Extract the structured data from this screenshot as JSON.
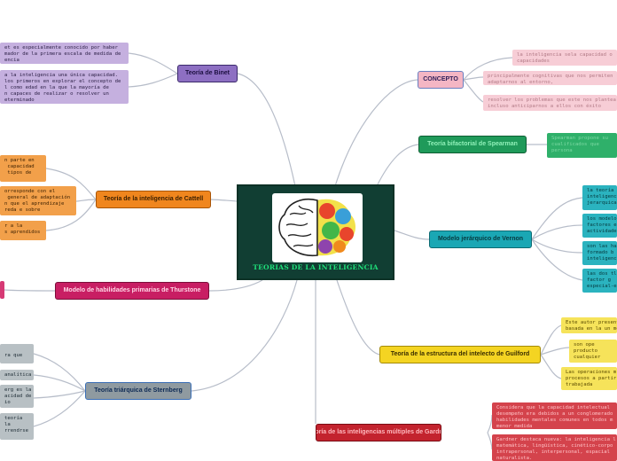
{
  "center": {
    "title": "TEORIAS DE LA INTELIGENCIA",
    "image_icon": "brain-icon"
  },
  "branches": {
    "binet": {
      "label": "Teoría de Binet"
    },
    "cattell": {
      "label": "Teoría de la inteligencia de Cattell"
    },
    "thurstone": {
      "label": "Modelo de habilidades primarias de Thurstone"
    },
    "sternberg": {
      "label": "Teoría triárquica de Sternberg"
    },
    "concepto": {
      "label": "CONCEPTO"
    },
    "spearman": {
      "label": "Teoría bifactorial de Spearman"
    },
    "vernon": {
      "label": "Modelo jerárquico de Vernon"
    },
    "guilford": {
      "label": "Teoría de la estructura del intelecto de Guilford"
    },
    "gardner": {
      "label": "Teoría de las inteligencias múltiples de Gardner"
    }
  },
  "leaves": {
    "binet_1": "et es especialmente conocido por haber\nmador de la primera escala de medida de\nencia",
    "binet_2": "a la inteligencia una única capacidad.\nlos primeros en explorar el concepto de\nl como edad en la que la mayoría de\nn capaces de realizar o resolver un\neterminado",
    "cattell_1": "n parte en\n capacidad\n tipos de",
    "cattell_2": "orresponde con el\n general de adaptación\nn que el aprendizaje\nreda e sobre",
    "cattell_3": "r a la\ns aprendidos",
    "sternberg_1": "\nra que",
    "sternberg_2": "analítica",
    "sternberg_3": "erg es la\nacidad de\nio",
    "sternberg_4": "teoría\nla\nrrendrse",
    "concepto_1": "la inteligencia sela capacidad o\ncapacidades",
    "concepto_2": "principalmente cognitivas que nos permiten\nadaptarnos al entorno,",
    "concepto_3": "resolver los problemas que este nos plantea\nincluso anticiparnos a ellos con éxito",
    "spearman_1": "Spearman propone su\ncualificados que\npersona",
    "vernon_1": "la teoría\ninteligencia\njerarquica",
    "vernon_2": "los modelo\nfactores e\nactividades",
    "vernon_3": "son las hab\nformado b\ninteligenc",
    "vernon_4": "las dos tl\nfactor g\nespecial-e",
    "guilford_1": "Este autor presenta\nbasada en la un mo",
    "guilford_2": "son ope\nproducto\ncualquier",
    "guilford_3": "Las operaciones m\nprocesos a partir\ntrabajada",
    "gardner_1": "Considera que la capacidad intelectual\ndesempeño era debidos a un conglomerado\nhabilidades mentales comunes en todos m\nmenor medida",
    "gardner_2": "Gardner destaca nueva: la inteligencia l\nmatemática, lingüística, cinético-corpo\nintrapersonal, interpersonal, espacial\nnaturalista."
  },
  "colors": {
    "center_bg": "#113e33",
    "center_text": "#1fe07a",
    "connector": "#b7bdc9",
    "binet": "#8d6fc2",
    "cattell": "#f0861e",
    "thurstone": "#c81e63",
    "sternberg": "#8f9aa0",
    "concepto": "#f4b6c4",
    "spearman": "#1f9a5a",
    "vernon": "#1aa7b4",
    "guilford": "#f4d422",
    "gardner": "#c3232e"
  }
}
